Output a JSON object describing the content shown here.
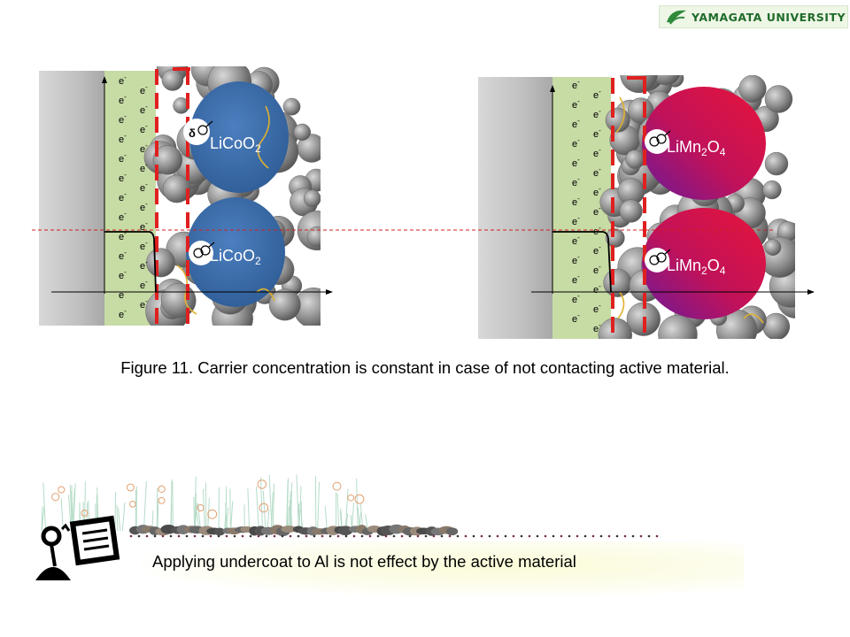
{
  "brand": {
    "name": "YAMAGATA UNIVERSITY",
    "icon": "yamagata-leaf-logo"
  },
  "diagrams": [
    {
      "particle_label": "LiCoO",
      "subscript": "2",
      "particle_color": "#3d6fae"
    },
    {
      "particle_label": "LiMn",
      "subscript": "2",
      "label_tail": "O",
      "subscript2": "4",
      "particle_color": "#cc1450"
    }
  ],
  "electron": {
    "letter": "e",
    "charge": "-"
  },
  "figure_caption": "Figure 11. Carrier concentration is constant in case of  not contacting active material.",
  "note": {
    "icon": "presenter-board-icon",
    "text": "Applying undercoat to Al is not effect by the active material"
  },
  "colors": {
    "undercoat": "#c7dba5",
    "collector": "#c0c0c0",
    "interface": "#e02020",
    "guide": "#d02020",
    "licoo2": "#3d6fae",
    "limn2o4": "#cc1450"
  }
}
